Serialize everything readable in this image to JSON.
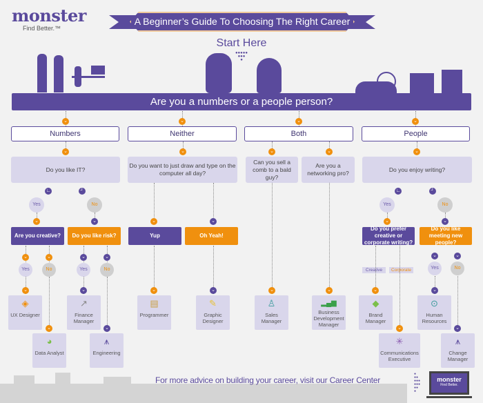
{
  "brand": {
    "wordmark": "monster",
    "tagline": "Find Better.™"
  },
  "title": "A Beginner’s Guide To Choosing The Right Career",
  "start": "Start Here",
  "main_question": "Are you a numbers or a people person?",
  "categories": [
    "Numbers",
    "Neither",
    "Both",
    "People"
  ],
  "questions": {
    "numbers": "Do you like IT?",
    "neither": "Do you want to just draw and type on the computer all day?",
    "both_1": "Can you sell a comb to a bald guy?",
    "both_2": "Are you a networking pro?",
    "people": "Do you enjoy writing?",
    "creative": "Are you creative?",
    "risk": "Do you like risk?",
    "yup": "Yup",
    "oh_yeah": "Oh Yeah!",
    "writing_type": "Do you prefer creative or corporate writing?",
    "meeting": "Do you like meeting new people?"
  },
  "answers": {
    "yes": "Yes",
    "no": "No",
    "creative": "Creative",
    "corporate": "Corporate"
  },
  "careers": [
    {
      "label": "UX Designer",
      "icon": "layers-icon"
    },
    {
      "label": "Data Analyst",
      "icon": "chart-icon"
    },
    {
      "label": "Finance Manager",
      "icon": "line-graph-icon"
    },
    {
      "label": "Engineering",
      "icon": "compass-icon"
    },
    {
      "label": "Programmer",
      "icon": "code-window-icon"
    },
    {
      "label": "Graphic Designer",
      "icon": "pen-tool-icon"
    },
    {
      "label": "Sales Manager",
      "icon": "person-icon"
    },
    {
      "label": "Business Development Manager",
      "icon": "bar-growth-icon"
    },
    {
      "label": "Brand Manager",
      "icon": "tag-icon"
    },
    {
      "label": "Communications Executive",
      "icon": "network-icon"
    },
    {
      "label": "Human Resources",
      "icon": "search-person-icon"
    },
    {
      "label": "Change Manager",
      "icon": "compass-icon"
    }
  ],
  "footer": "For more advice on building your career, visit our Career Center",
  "monitor": {
    "wordmark": "monster",
    "tagline": "Find Better."
  },
  "colors": {
    "purple": "#5a4a9c",
    "orange": "#f0900e",
    "lavender": "#d9d6eb",
    "background": "#f2f2f2"
  }
}
